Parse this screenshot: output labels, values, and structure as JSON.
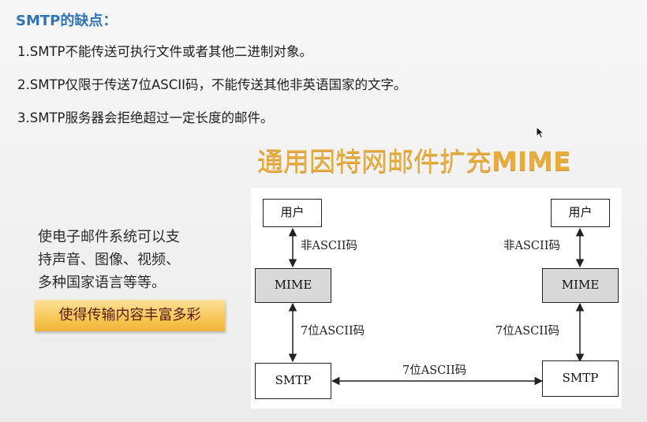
{
  "title": "SMTP的缺点：",
  "points": [
    "1.SMTP不能传送可执行文件或者其他二进制对象。",
    "2.SMTP仅限于传送7位ASCII码，不能传送其他非英语国家的文字。",
    "3.SMTP服务器会拒绝超过一定长度的邮件。"
  ],
  "heading": {
    "prefix": "通用因特网邮件扩充",
    "accent": "MIME"
  },
  "description": [
    "使电子邮件系统可以支",
    "持声音、图像、视频、",
    "多种国家语言等等。"
  ],
  "highlight": "使得传输内容丰富多彩",
  "diagram": {
    "left": {
      "user": "用户",
      "mime": "MIME",
      "smtp": "SMTP",
      "label_top": "非ASCII码",
      "label_mid": "7位ASCII码"
    },
    "right": {
      "user": "用户",
      "mime": "MIME",
      "smtp": "SMTP",
      "label_top": "非ASCII码",
      "label_mid": "7位ASCII码"
    },
    "label_bottom": "7位ASCII码"
  }
}
